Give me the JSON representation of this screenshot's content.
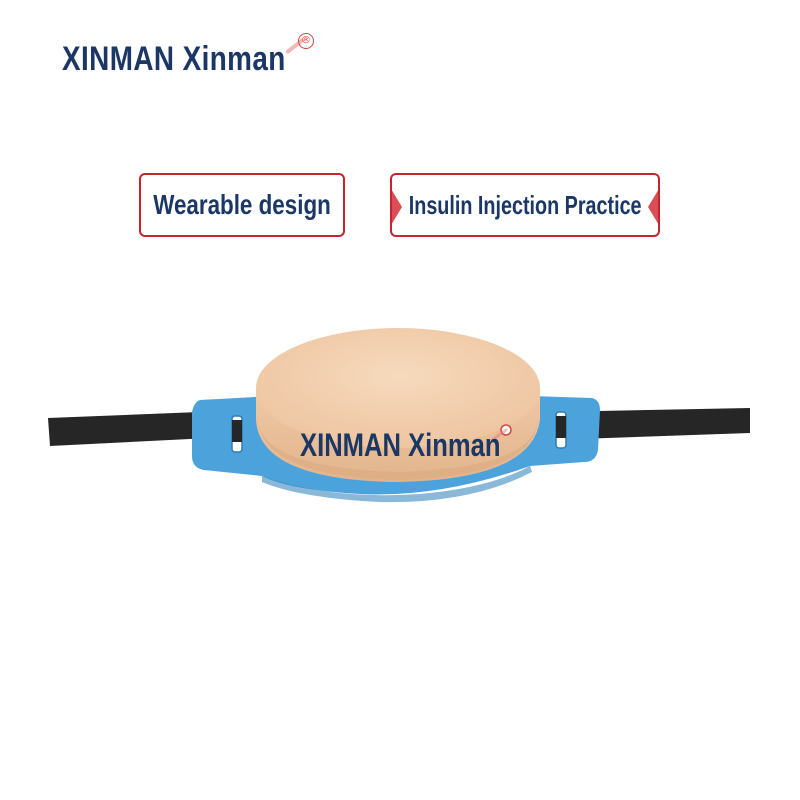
{
  "brand": {
    "name": "XINMAN Xinman",
    "registered_symbol": "®"
  },
  "tags": [
    {
      "label": "Wearable design"
    },
    {
      "label": "Insulin Injection Practice"
    }
  ],
  "product": {
    "imprint": "XINMAN Xinman",
    "colors": {
      "pad": "#f2cfae",
      "band": "#4ca3dc",
      "strap": "#262626"
    }
  },
  "colors": {
    "text": "#1b3766",
    "accent": "#c8242f",
    "background": "#ffffff"
  }
}
